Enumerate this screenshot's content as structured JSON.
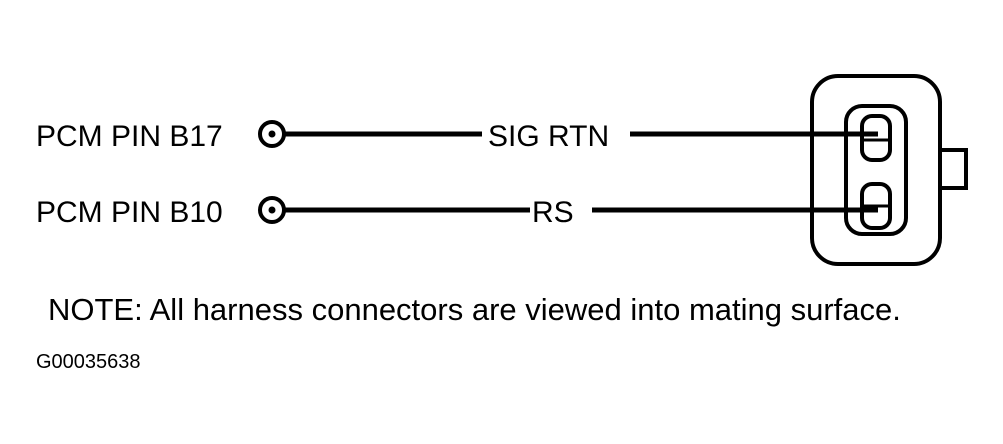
{
  "wires": [
    {
      "pin_label": "PCM PIN B17",
      "signal_label": "SIG RTN"
    },
    {
      "pin_label": "PCM PIN B10",
      "signal_label": "RS"
    }
  ],
  "note": "NOTE: All harness connectors are viewed into mating surface.",
  "figure_id": "G00035638",
  "colors": {
    "line": "#000000",
    "background": "#ffffff"
  }
}
